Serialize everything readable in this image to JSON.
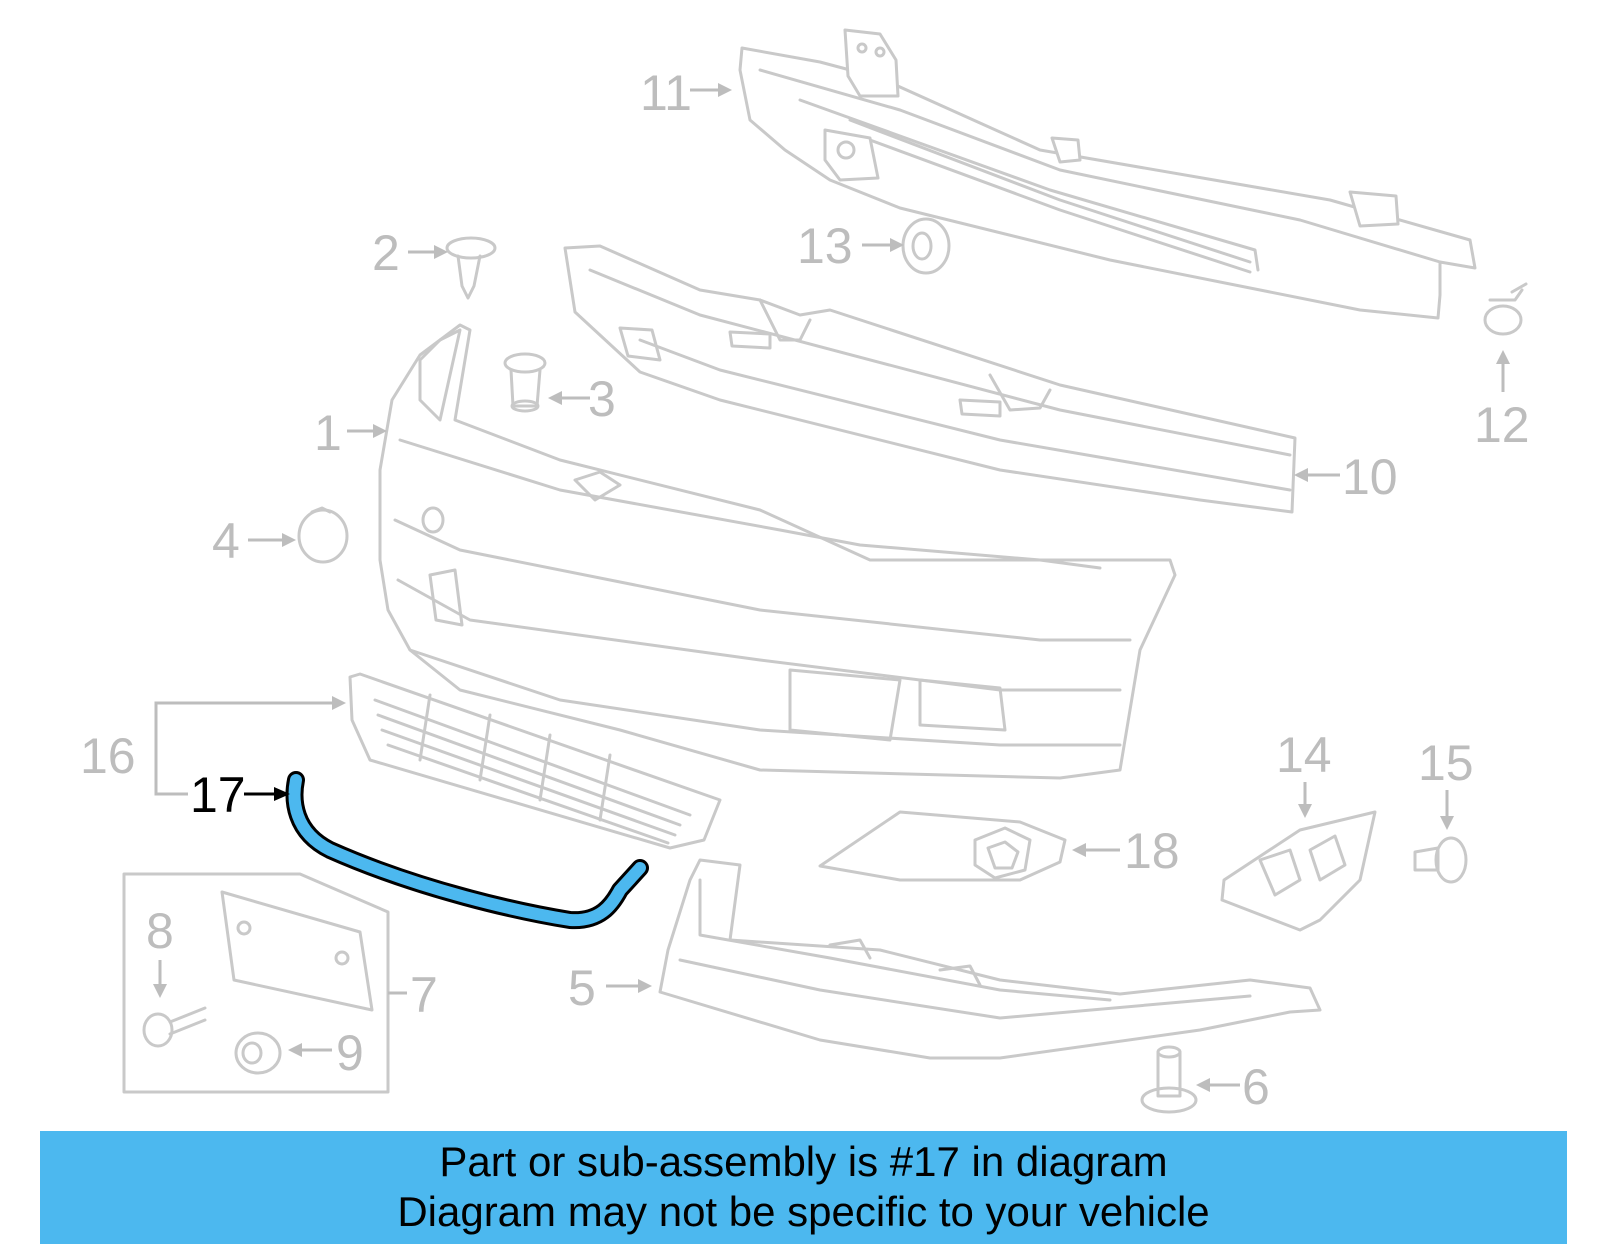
{
  "diagram": {
    "highlighted_part": "17",
    "highlight_color": "#4cb8ef",
    "part_stroke_color": "#c9c9c9",
    "callouts": [
      "1",
      "2",
      "3",
      "4",
      "5",
      "6",
      "7",
      "8",
      "9",
      "10",
      "11",
      "12",
      "13",
      "14",
      "15",
      "16",
      "17",
      "18"
    ]
  },
  "banner": {
    "line1": "Part or sub-assembly is #17 in diagram",
    "line2": "Diagram may not be specific to your vehicle",
    "background": "#4cb8ef"
  }
}
